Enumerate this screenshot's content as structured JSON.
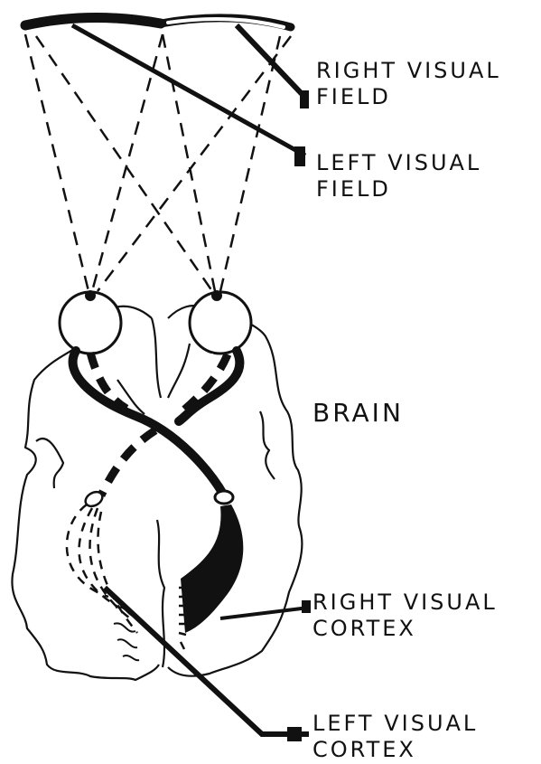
{
  "colors": {
    "ink": "#111111",
    "background": "#ffffff"
  },
  "labels": {
    "right_visual_field": [
      "RIGHT VISUAL",
      "FIELD"
    ],
    "left_visual_field": [
      "LEFT VISUAL",
      "FIELD"
    ],
    "brain": "BRAIN",
    "right_visual_cortex": [
      "RIGHT VISUAL",
      "CORTEX"
    ],
    "left_visual_cortex": [
      "LEFT VISUAL",
      "CORTEX"
    ]
  }
}
